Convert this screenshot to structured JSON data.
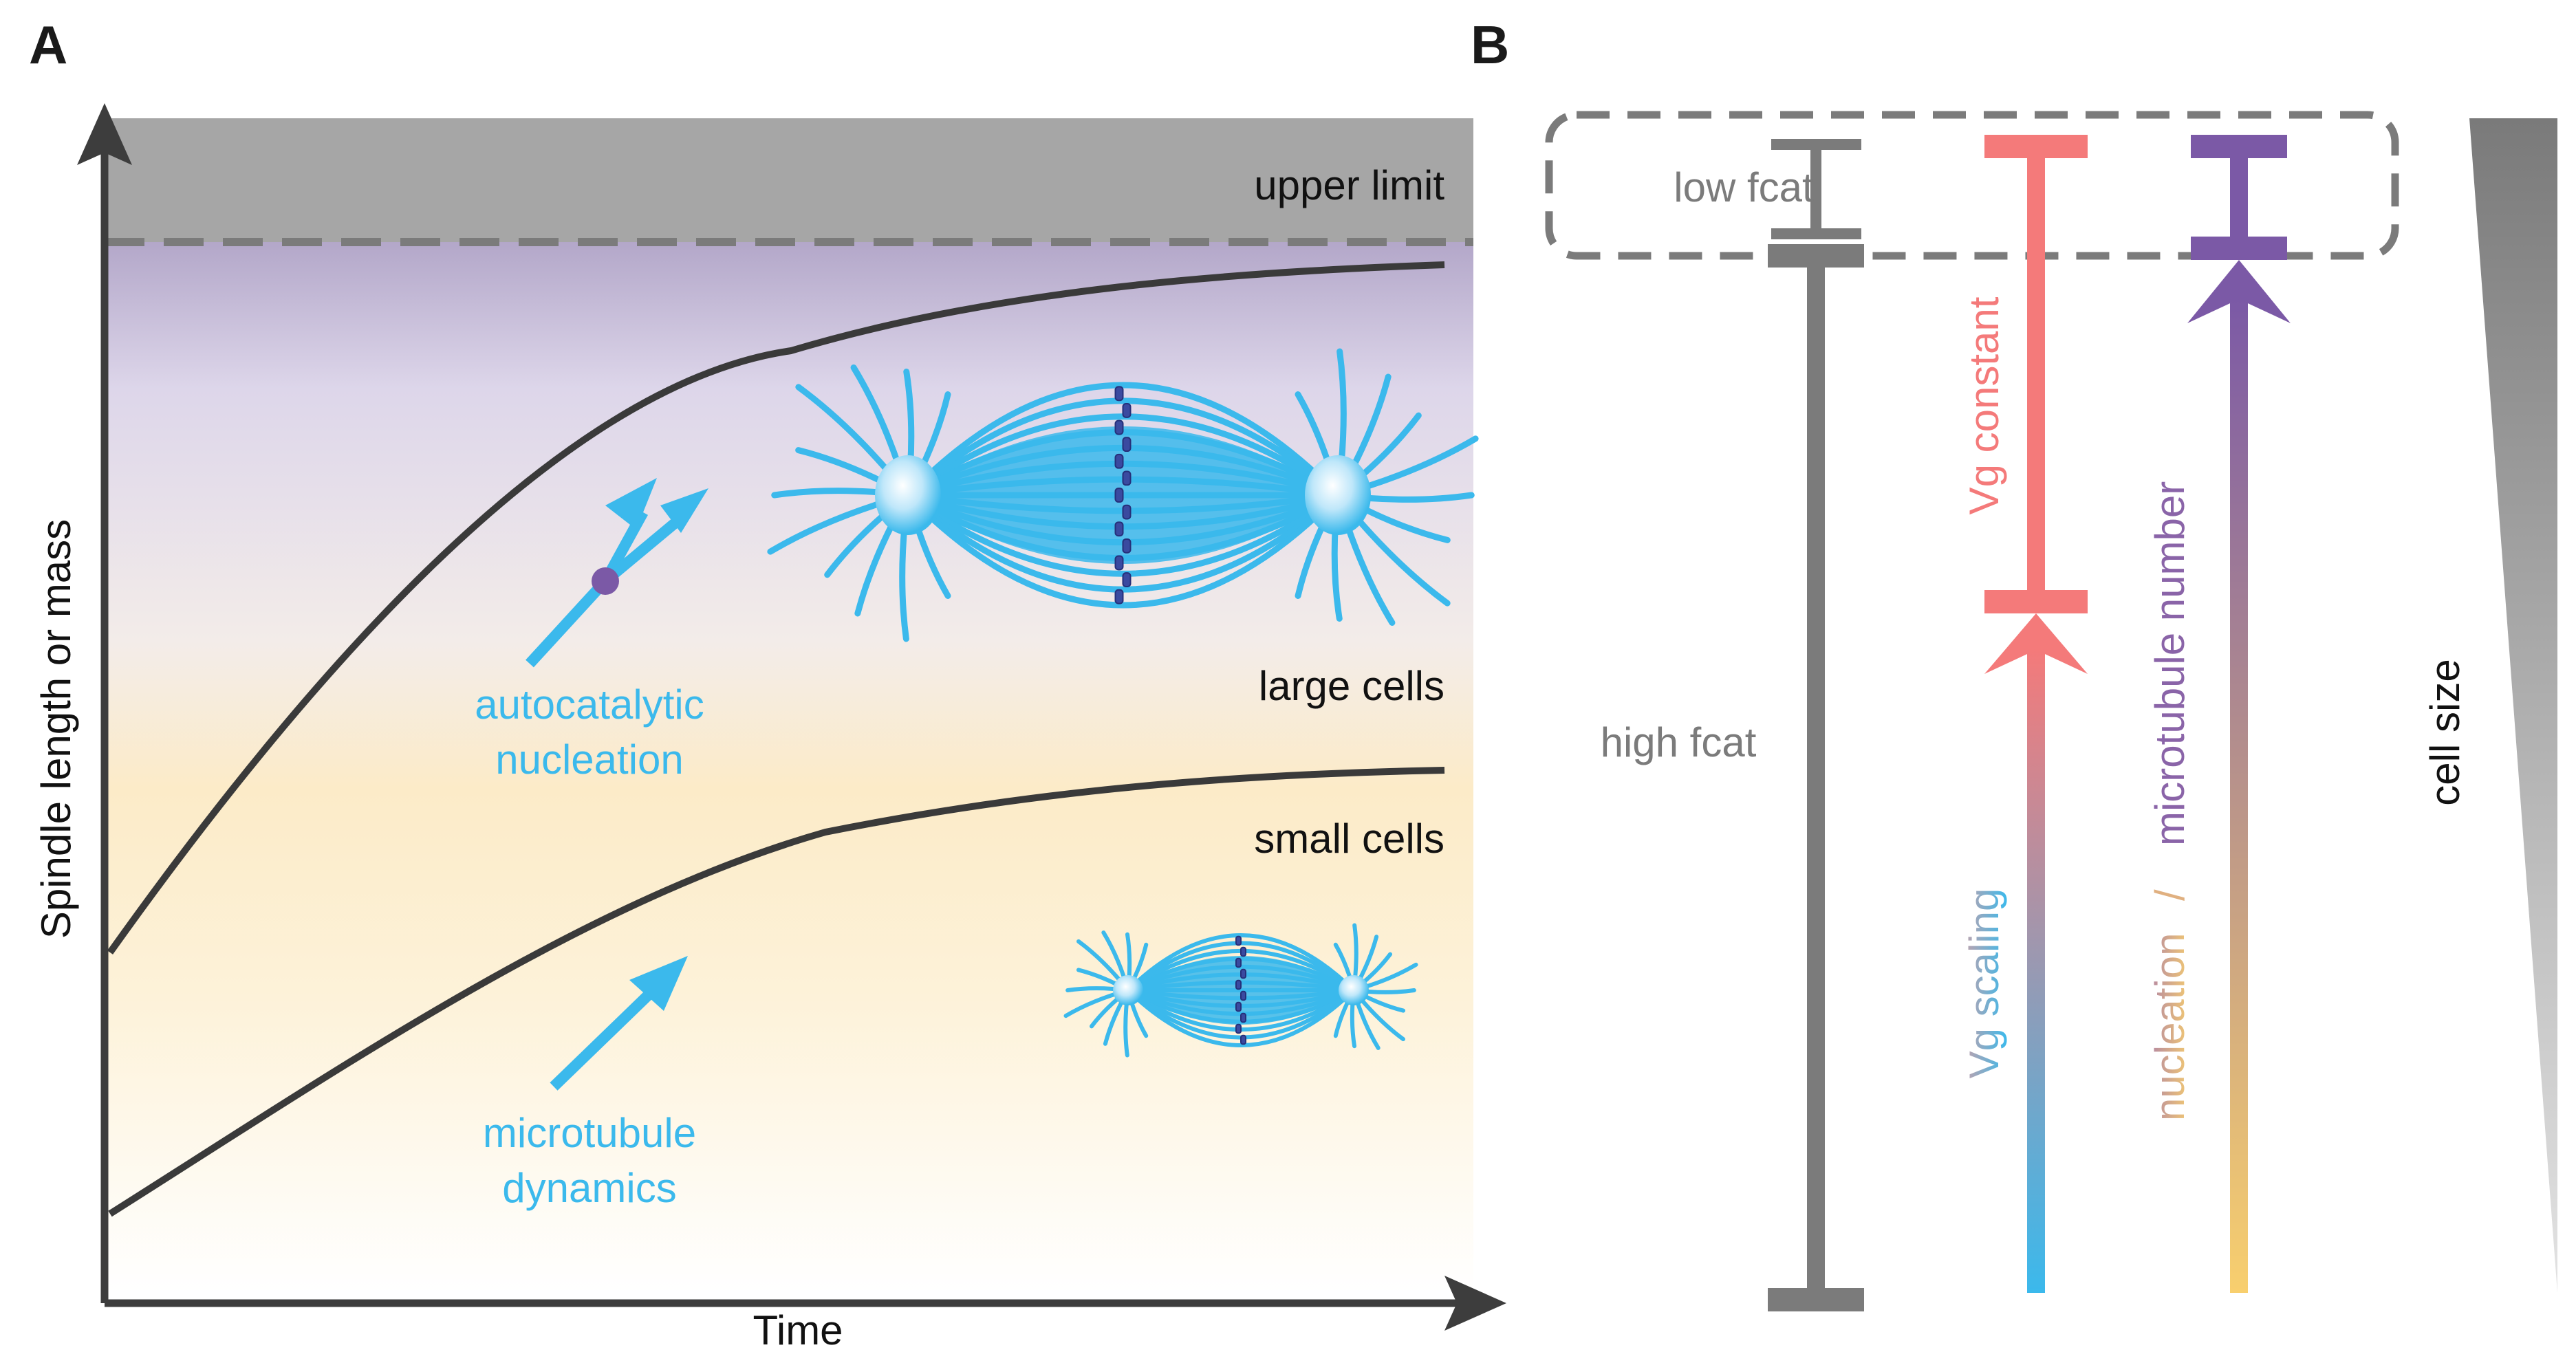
{
  "panelA": {
    "label": "A",
    "x_axis_label": "Time",
    "y_axis_label": "Spindle length or mass",
    "upper_limit_label": "upper limit",
    "large_cells_label": "large cells",
    "small_cells_label": "small cells",
    "autocatalytic_line1": "autocatalytic",
    "autocatalytic_line2": "nucleation",
    "dynamics_line1": "microtubule",
    "dynamics_line2": "dynamics"
  },
  "panelB": {
    "label": "B",
    "low_fcat": "low fcat",
    "high_fcat": "high fcat",
    "vg_constant": "Vg constant",
    "vg_scaling": "Vg scaling",
    "nucleation": "nucleation",
    "slash": "/",
    "microtubule_number": "microtubule number",
    "cell_size": "cell size"
  },
  "colors": {
    "axis": "#3d3d3d",
    "upper_band": "#a6a6a6",
    "grey_bar": "#7b7b7b",
    "pink": "#f47a7a",
    "purple": "#7b59a6",
    "cyan": "#3bb9ec",
    "yellow": "#f8cf6e",
    "curve": "#3a3a3a"
  }
}
